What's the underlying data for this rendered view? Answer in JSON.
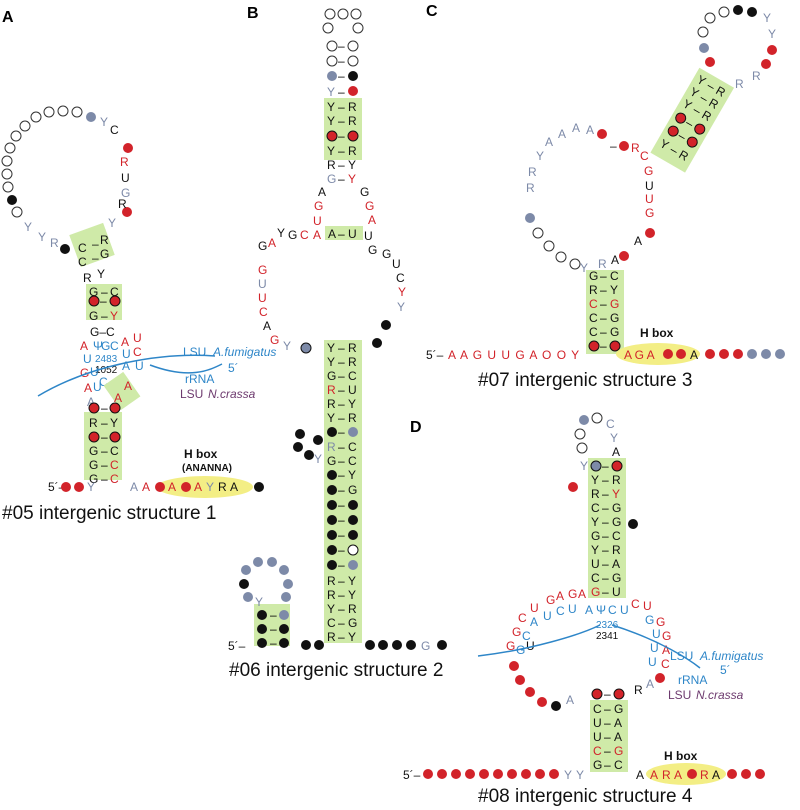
{
  "panels": [
    {
      "letter": "A",
      "caption": "#05 intergenic structure 1",
      "hbox_label": "H box",
      "hbox_sub": "(ANANNA)",
      "lsu_top_label": "LSU",
      "lsu_top_species": "A.fumigatus",
      "rrna_label": "rRNA",
      "lsu_bottom_label": "LSU",
      "lsu_bottom_species": "N.crassa",
      "position_top": "2483",
      "position_bottom": "1052",
      "five_prime": "5´",
      "five_prime_end": "5´–"
    },
    {
      "letter": "B",
      "caption": "#06 intergenic structure 2",
      "five_prime_end": "5´–"
    },
    {
      "letter": "C",
      "caption": "#07 intergenic structure 3",
      "hbox_label": "H box",
      "five_prime_end": "5´–",
      "leader_sequence": "A A G U U G A O O Y",
      "hbox_sequence": "A G A"
    },
    {
      "letter": "D",
      "caption": "#08 intergenic structure 4",
      "hbox_label": "H box",
      "lsu_top_label": "LSU",
      "lsu_top_species": "A.fumigatus",
      "rrna_label": "rRNA",
      "lsu_bottom_label": "LSU",
      "lsu_bottom_species": "N.crassa",
      "position_top": "2326",
      "position_bottom": "2341",
      "five_prime": "5´",
      "five_prime_end": "5´–",
      "leader_sequence": "Y Y A A R A R A"
    }
  ],
  "colors": {
    "red_nt": "#d2232a",
    "black_nt": "#111111",
    "grey_nt": "#7d8aa8",
    "green_box": "#cfeaa8",
    "yellow_hbox": "#f3ee85",
    "blue_rrna": "#2e86c8",
    "purple_label": "#6d3a6e"
  }
}
